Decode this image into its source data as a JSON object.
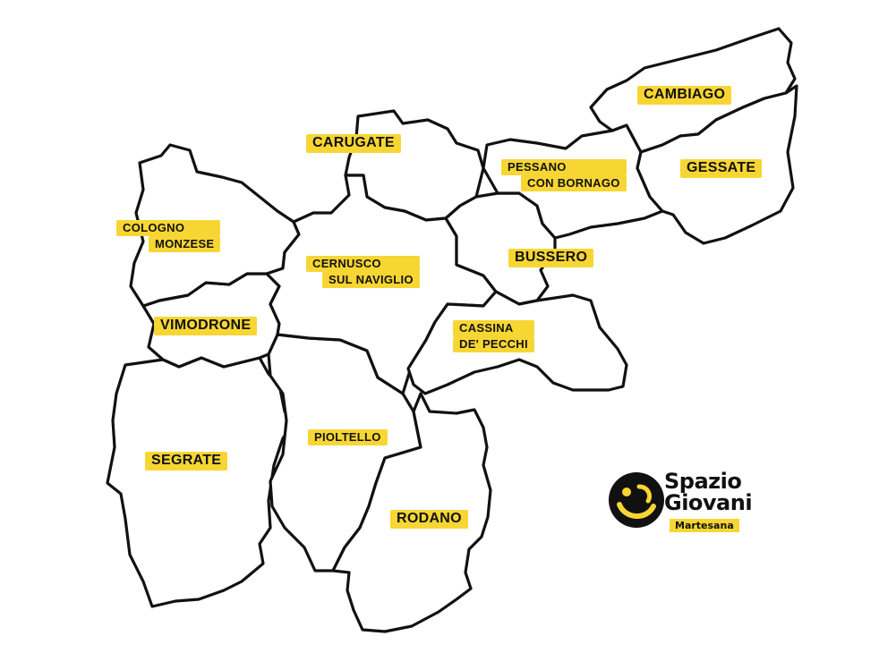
{
  "map": {
    "highlight_color": "#f7d634",
    "outline_color": "#111111",
    "municipalities": [
      {
        "id": "cambiago",
        "lines": [
          "CAMBIAGO"
        ]
      },
      {
        "id": "carugate",
        "lines": [
          "CARUGATE"
        ]
      },
      {
        "id": "pessano",
        "lines": [
          "PESSANO",
          "CON BORNAGO"
        ]
      },
      {
        "id": "gessate",
        "lines": [
          "GESSATE"
        ]
      },
      {
        "id": "cologno",
        "lines": [
          "COLOGNO",
          "MONZESE"
        ]
      },
      {
        "id": "cernusco",
        "lines": [
          "CERNUSCO",
          "SUL NAVIGLIO"
        ]
      },
      {
        "id": "bussero",
        "lines": [
          "BUSSERO"
        ]
      },
      {
        "id": "vimodrone",
        "lines": [
          "VIMODRONE"
        ]
      },
      {
        "id": "cassina",
        "lines": [
          "CASSINA",
          "DE' PECCHI"
        ]
      },
      {
        "id": "pioltello",
        "lines": [
          "PIOLTELLO"
        ]
      },
      {
        "id": "segrate",
        "lines": [
          "SEGRATE"
        ]
      },
      {
        "id": "rodano",
        "lines": [
          "RODANO"
        ]
      }
    ]
  },
  "logo": {
    "line1": "Spazio",
    "line2": "Giovani",
    "line3": "Martesana",
    "icon": "smiley-icon",
    "accent": "#f7d634"
  }
}
